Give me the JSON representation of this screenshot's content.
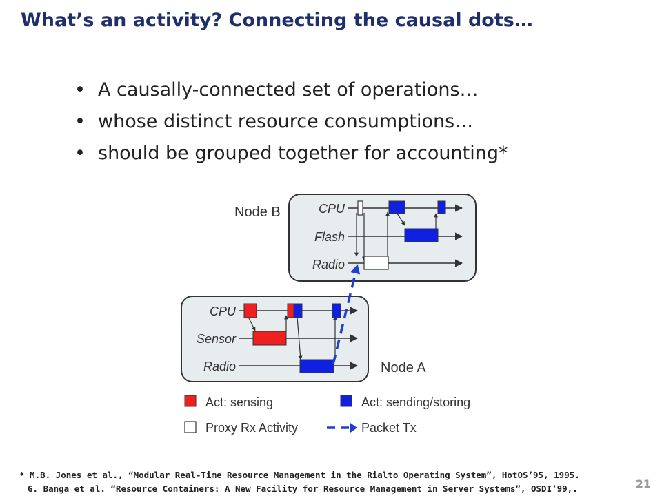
{
  "slide": {
    "title": "What’s an activity?  Connecting the causal dots…",
    "bullets": [
      "A causally-connected set of operations…",
      "whose distinct resource consumptions…",
      "should be grouped together for accounting*"
    ],
    "footnotes": [
      "* M.B. Jones et al., “Modular Real-Time Resource Management in the Rialto Operating System”, HotOS’95, 1995.",
      "G. Banga et al. “Resource Containers: A New Facility for Resource Management in Server Systems”, OSDI’99,."
    ],
    "page_number": "21"
  },
  "diagram": {
    "node_b": {
      "label": "Node B",
      "rows": [
        "CPU",
        "Flash",
        "Radio"
      ]
    },
    "node_a": {
      "label": "Node A",
      "rows": [
        "CPU",
        "Sensor",
        "Radio"
      ]
    },
    "legend": {
      "sensing": "Act: sensing",
      "sending": "Act: sending/storing",
      "proxy": "Proxy Rx Activity",
      "packet": "Packet Tx"
    },
    "colors": {
      "sensing": "#ee2020",
      "sending": "#1020e0",
      "proxy": "#ffffff",
      "packet": "#1f3fd0",
      "box_fill": "#e7ecee"
    }
  }
}
